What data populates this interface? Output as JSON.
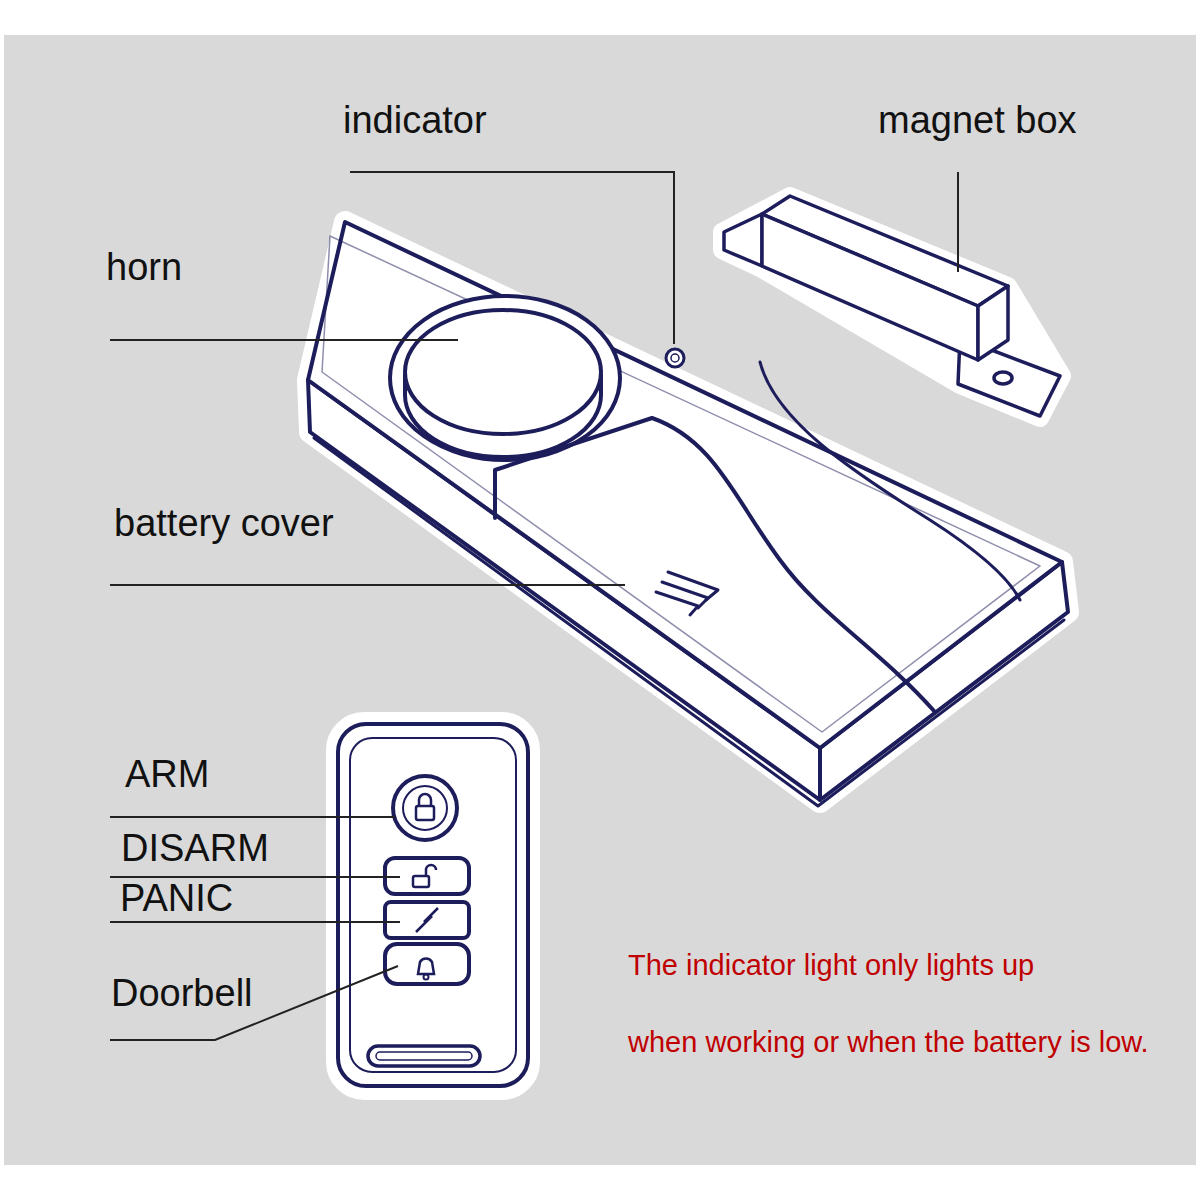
{
  "diagram": {
    "labels": [
      "indicator",
      "magnet box",
      "horn",
      "battery cover",
      "ARM",
      "DISARM",
      "PANIC",
      "Doorbell",
      "The indicator light only lights up",
      "when working or when the battery is low."
    ]
  }
}
